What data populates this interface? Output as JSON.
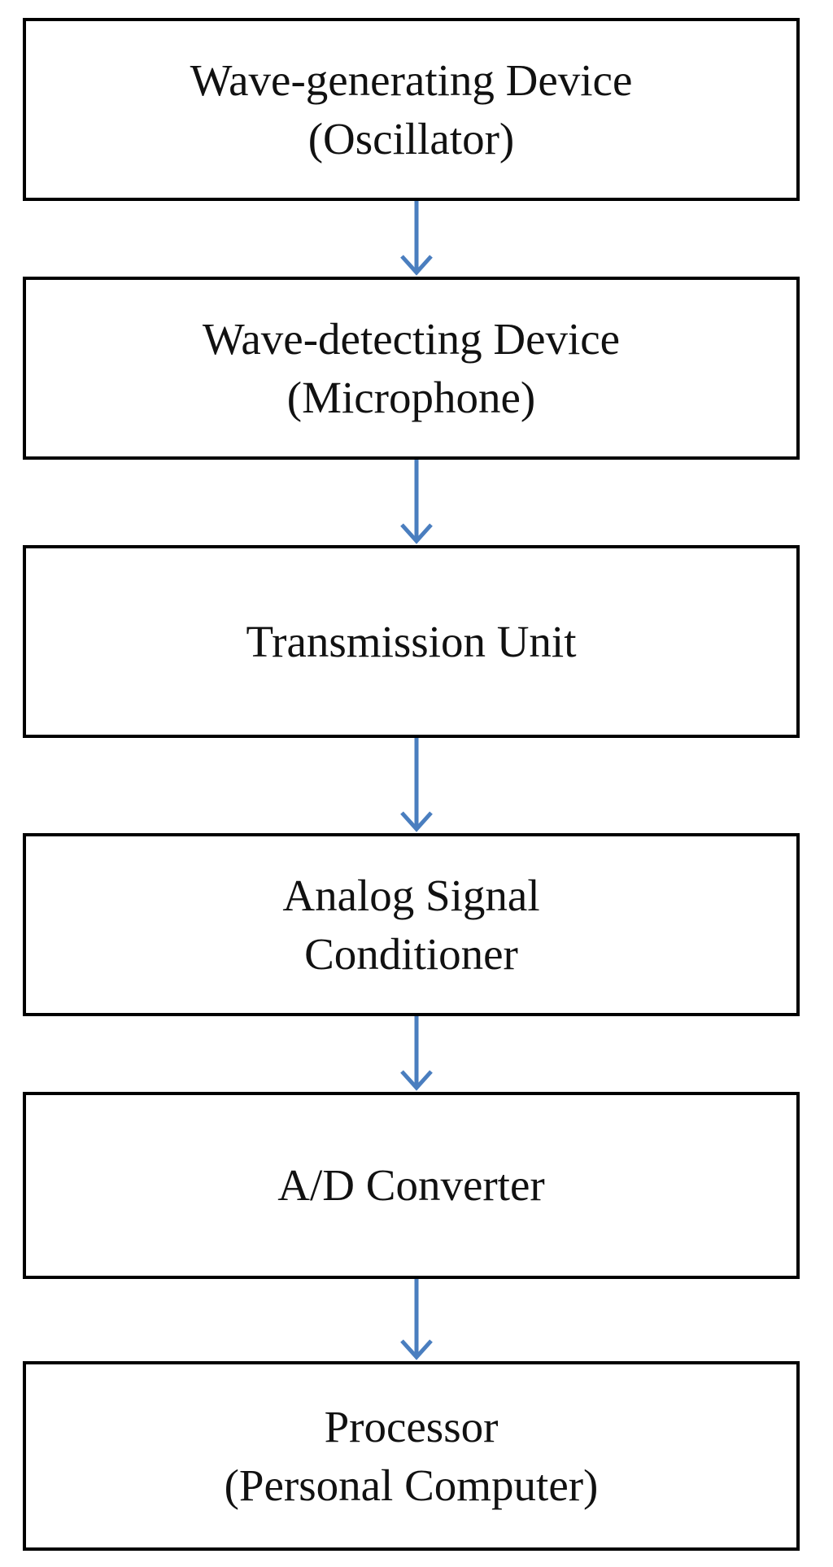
{
  "colors": {
    "box_border": "#000000",
    "arrow": "#4a7ebf",
    "text": "#111111",
    "background": "#ffffff"
  },
  "diagram": {
    "type": "flowchart",
    "direction": "top-to-bottom",
    "nodes": [
      {
        "id": "oscillator",
        "line1": "Wave-generating Device",
        "line2": "(Oscillator)"
      },
      {
        "id": "microphone",
        "line1": "Wave-detecting Device",
        "line2": "(Microphone)"
      },
      {
        "id": "transmission",
        "line1": "Transmission Unit",
        "line2": ""
      },
      {
        "id": "conditioner",
        "line1": "Analog Signal",
        "line2": "Conditioner"
      },
      {
        "id": "adc",
        "line1": "A/D Converter",
        "line2": ""
      },
      {
        "id": "processor",
        "line1": "Processor",
        "line2": "(Personal Computer)"
      }
    ],
    "edges": [
      {
        "from": "oscillator",
        "to": "microphone",
        "icon": "arrow-down-icon"
      },
      {
        "from": "microphone",
        "to": "transmission",
        "icon": "arrow-down-icon"
      },
      {
        "from": "transmission",
        "to": "conditioner",
        "icon": "arrow-down-icon"
      },
      {
        "from": "conditioner",
        "to": "adc",
        "icon": "arrow-down-icon"
      },
      {
        "from": "adc",
        "to": "processor",
        "icon": "arrow-down-icon"
      }
    ]
  }
}
